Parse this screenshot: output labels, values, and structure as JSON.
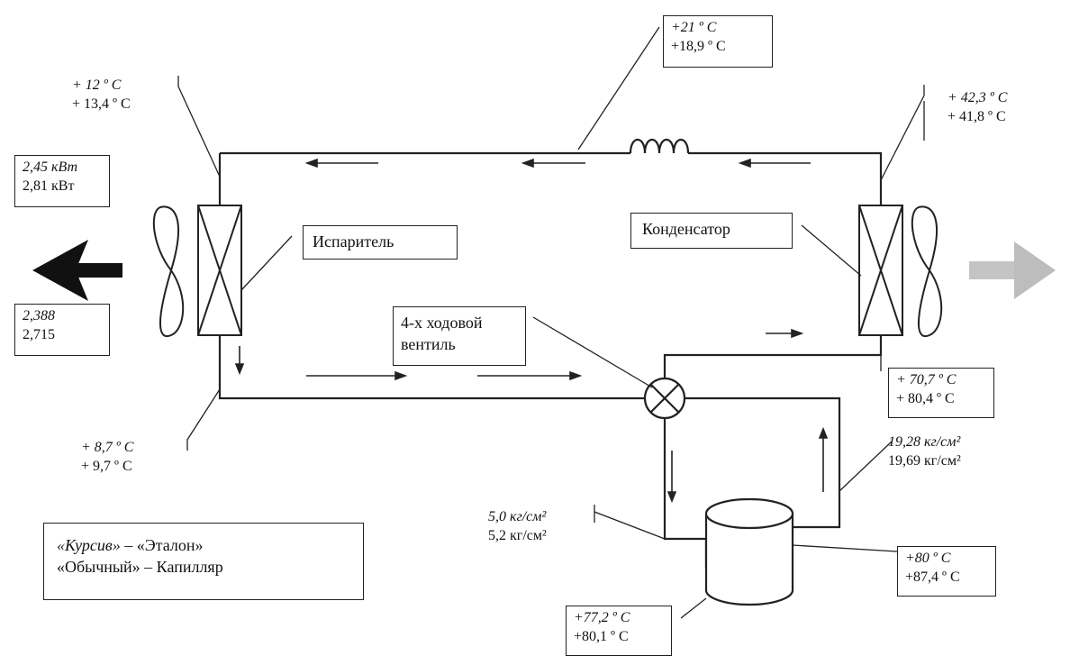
{
  "labels": {
    "evaporator": "Испаритель",
    "condenser": "Конденсатор",
    "valve_line1": "4-х ходовой",
    "valve_line2": "вентиль"
  },
  "readings": {
    "top_pipe": {
      "etalon": "+21 º C",
      "capillary": "+18,9 º C"
    },
    "evap_top": {
      "etalon": "+ 12 º C",
      "capillary": "+ 13,4 º C"
    },
    "cond_top": {
      "etalon": "+ 42,3 º C",
      "capillary": "+ 41,8 º C"
    },
    "power": {
      "etalon": "2,45 кВт",
      "capillary": "2,81 кВт"
    },
    "cop": {
      "etalon": "2,388",
      "capillary": "2,715"
    },
    "evap_bottom": {
      "etalon": "+ 8,7 º C",
      "capillary": "+ 9,7 º C"
    },
    "cond_bottom": {
      "etalon": "+ 70,7 º C",
      "capillary": "+ 80,4 º C"
    },
    "high_pressure": {
      "etalon": "19,28 кг/см²",
      "capillary": "19,69 кг/см²"
    },
    "low_pressure": {
      "etalon": "5,0 кг/см²",
      "capillary": "5,2 кг/см²"
    },
    "compressor_side": {
      "etalon": "+80 º C",
      "capillary": "+87,4 º C"
    },
    "compressor_bottom": {
      "etalon": "+77,2 º C",
      "capillary": "+80,1 º C"
    }
  },
  "legend": {
    "italic_term": "«Курсив»",
    "italic_meaning": " – «Эталон»",
    "normal_term": "«Обычный»",
    "normal_meaning": " – Капилляр"
  },
  "colors": {
    "line": "#222222",
    "cold_arrow": "#111111",
    "hot_arrow": "#bdbdbd"
  }
}
